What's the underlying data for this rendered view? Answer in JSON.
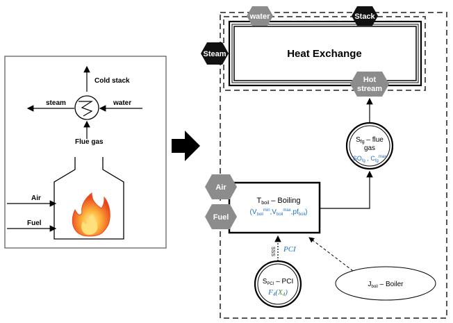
{
  "left_diagram": {
    "cold_stack": "Cold stack",
    "steam": "steam",
    "water": "water",
    "flue_gas": "Flue gas",
    "air": "Air",
    "fuel": "Fuel"
  },
  "right_diagram": {
    "heat_exchange": "Heat Exchange",
    "hex_water": "water",
    "hex_stack": "Stack",
    "hex_steam": "Steam",
    "hex_hot_stream_1": "Hot",
    "hex_hot_stream_2": "stream",
    "hex_air": "Air",
    "hex_fuel": "Fuel",
    "boiler_title_main": "T",
    "boiler_title_sub": "boil",
    "boiler_title_rest": " – Boiling",
    "boiler_params": {
      "open": "(",
      "v": "V",
      "v_sub": "boil",
      "min_sup": "min",
      "comma1": ",V",
      "v2_sub": "boil",
      "max_sup": "max",
      "comma2": ",pf",
      "pf_sub": "boil",
      "close": ")"
    },
    "flue_s": "S",
    "flue_sub": "fg",
    "flue_rest": " – flue",
    "flue_line2": "gas",
    "flue_params_so": "SO",
    "flue_params_so_sub": "fg",
    "flue_params_c": " , C",
    "flue_params_c_sub": "fg",
    "flue_params_c_sup": "max",
    "pci_s": "S",
    "pci_sub": "PCI",
    "pci_rest": " – PCI",
    "pci_f": "F",
    "pci_f_sub": "4",
    "pci_x": "X",
    "pci_x_sub": "4",
    "pci_paren_open": "(",
    "pci_paren_close": ")",
    "sss": "SSS",
    "pci_label": "PCI",
    "boiler_ellipse_j": "J",
    "boiler_ellipse_sub": "boil",
    "boiler_ellipse_rest": " – Boiler"
  },
  "colors": {
    "hex_gray": "#8c8c8c",
    "hex_black": "#111111",
    "blue_text": "#1f6fc5",
    "green_text": "#4a8a3a",
    "flame_orange": "#f28c28"
  }
}
